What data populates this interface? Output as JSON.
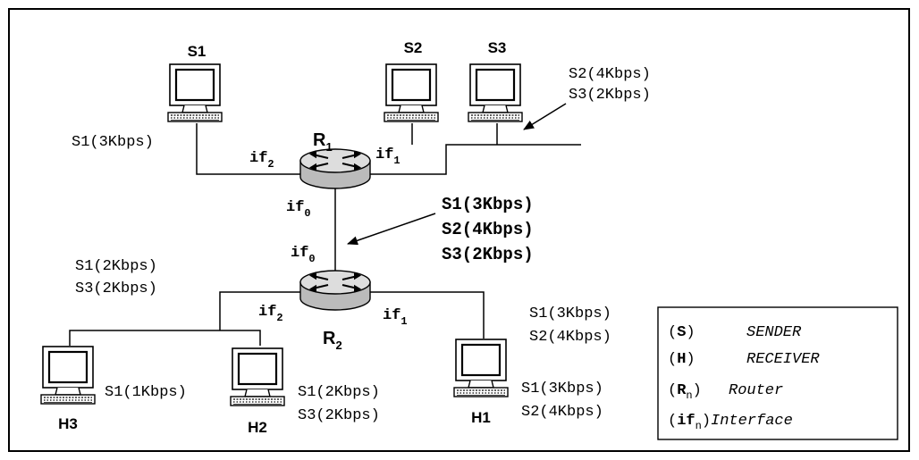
{
  "nodes": {
    "s1": "S1",
    "s2": "S2",
    "s3": "S3",
    "h1": "H1",
    "h2": "H2",
    "h3": "H3",
    "r1": "R",
    "r1_sub": "1",
    "r2": "R",
    "r2_sub": "2"
  },
  "interfaces": {
    "if": "if",
    "r1_if2_sub": "2",
    "r1_if1_sub": "1",
    "r1_if0_sub": "0",
    "r2_if0_sub": "0",
    "r2_if2_sub": "2",
    "r2_if1_sub": "1"
  },
  "rates": {
    "s1_out": "S1(3Kbps)",
    "s2s3_line1": "S2(4Kbps)",
    "s2s3_line2": "S3(2Kbps)",
    "link_line1": "S1(3Kbps)",
    "link_line2": "S2(4Kbps)",
    "link_line3": "S3(2Kbps)",
    "r2_left_line1": "S1(2Kbps)",
    "r2_left_line2": "S3(2Kbps)",
    "r2_right_line1": "S1(3Kbps)",
    "r2_right_line2": "S2(4Kbps)",
    "h3_in": "S1(1Kbps)",
    "h2_line1": "S1(2Kbps)",
    "h2_line2": "S3(2Kbps)",
    "h1_line1": "S1(3Kbps)",
    "h1_line2": "S2(4Kbps)"
  },
  "legend": {
    "items": [
      {
        "paren_open": "(",
        "sym": "S",
        "sub": "",
        "paren_close": ")",
        "desc": "SENDER"
      },
      {
        "paren_open": "(",
        "sym": "H",
        "sub": "",
        "paren_close": ")",
        "desc": "RECEIVER"
      },
      {
        "paren_open": "(",
        "sym": "R",
        "sub": "n",
        "paren_close": ")",
        "desc": "Router"
      },
      {
        "paren_open": "(",
        "sym": "if",
        "sub": "n",
        "paren_close": ")",
        "desc": "Interface"
      }
    ]
  },
  "icons": {
    "computer": "computer-monitor-icon",
    "router": "router-icon"
  }
}
